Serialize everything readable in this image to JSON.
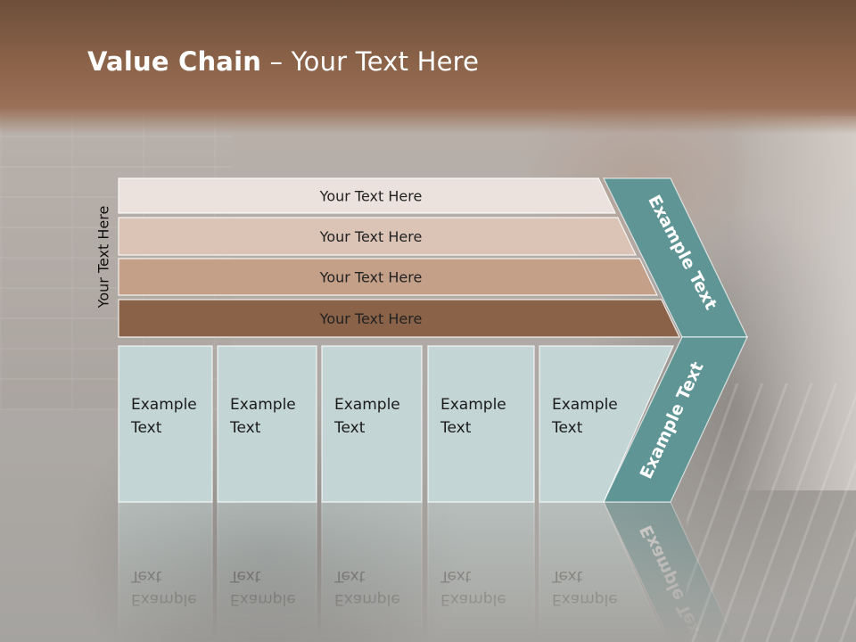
{
  "title": {
    "bold": "Value Chain",
    "rest": " – Your Text Here"
  },
  "side_label": "Your Text Here",
  "bars": [
    {
      "label": "Your Text Here",
      "color": "#ebe2dd"
    },
    {
      "label": "Your Text Here",
      "color": "#dbc4b6"
    },
    {
      "label": "Your Text Here",
      "color": "#c4a088"
    },
    {
      "label": "Your Text Here",
      "color": "#8a6248"
    }
  ],
  "boxes": [
    {
      "line1": "Example",
      "line2": "Text"
    },
    {
      "line1": "Example",
      "line2": "Text"
    },
    {
      "line1": "Example",
      "line2": "Text"
    },
    {
      "line1": "Example",
      "line2": "Text"
    },
    {
      "line1": "Example",
      "line2": "Text"
    }
  ],
  "chevron": {
    "upper_label": "Example Text",
    "lower_label": "Example Text",
    "color": "#5f9594"
  },
  "colors": {
    "box_fill": "#c3d6d5",
    "header": "#8a6248"
  }
}
